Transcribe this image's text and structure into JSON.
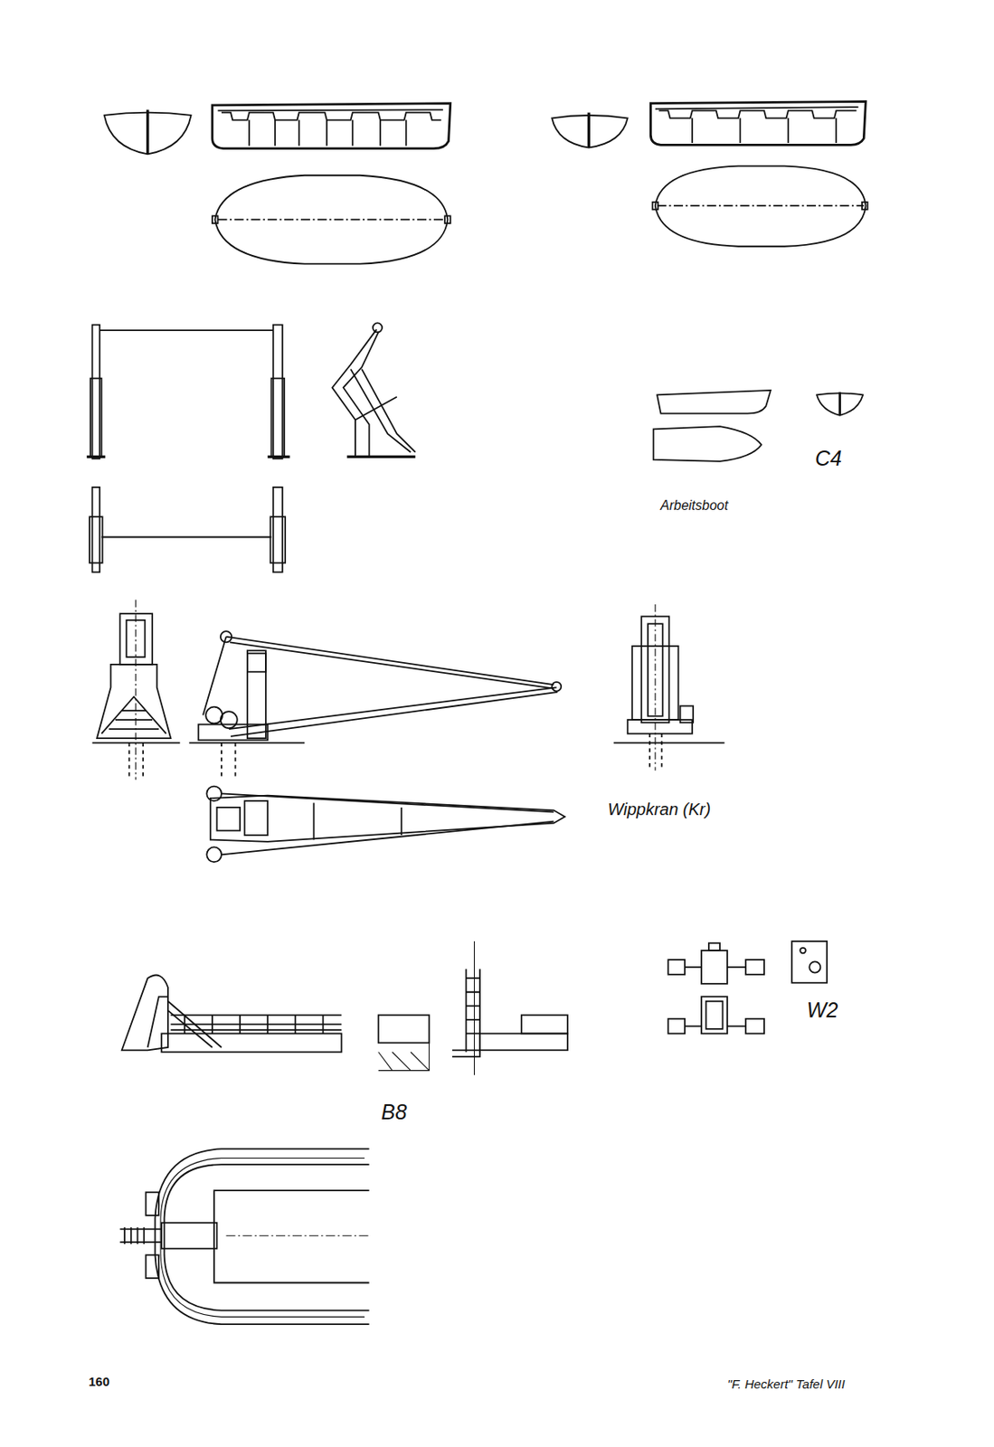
{
  "diagram": {
    "labels": [
      "C4",
      "Arbeitsboot",
      "Wippkran (Kr)",
      "B8",
      "W2",
      "160",
      "\"F. Heckert\" Tafel VIII"
    ]
  }
}
